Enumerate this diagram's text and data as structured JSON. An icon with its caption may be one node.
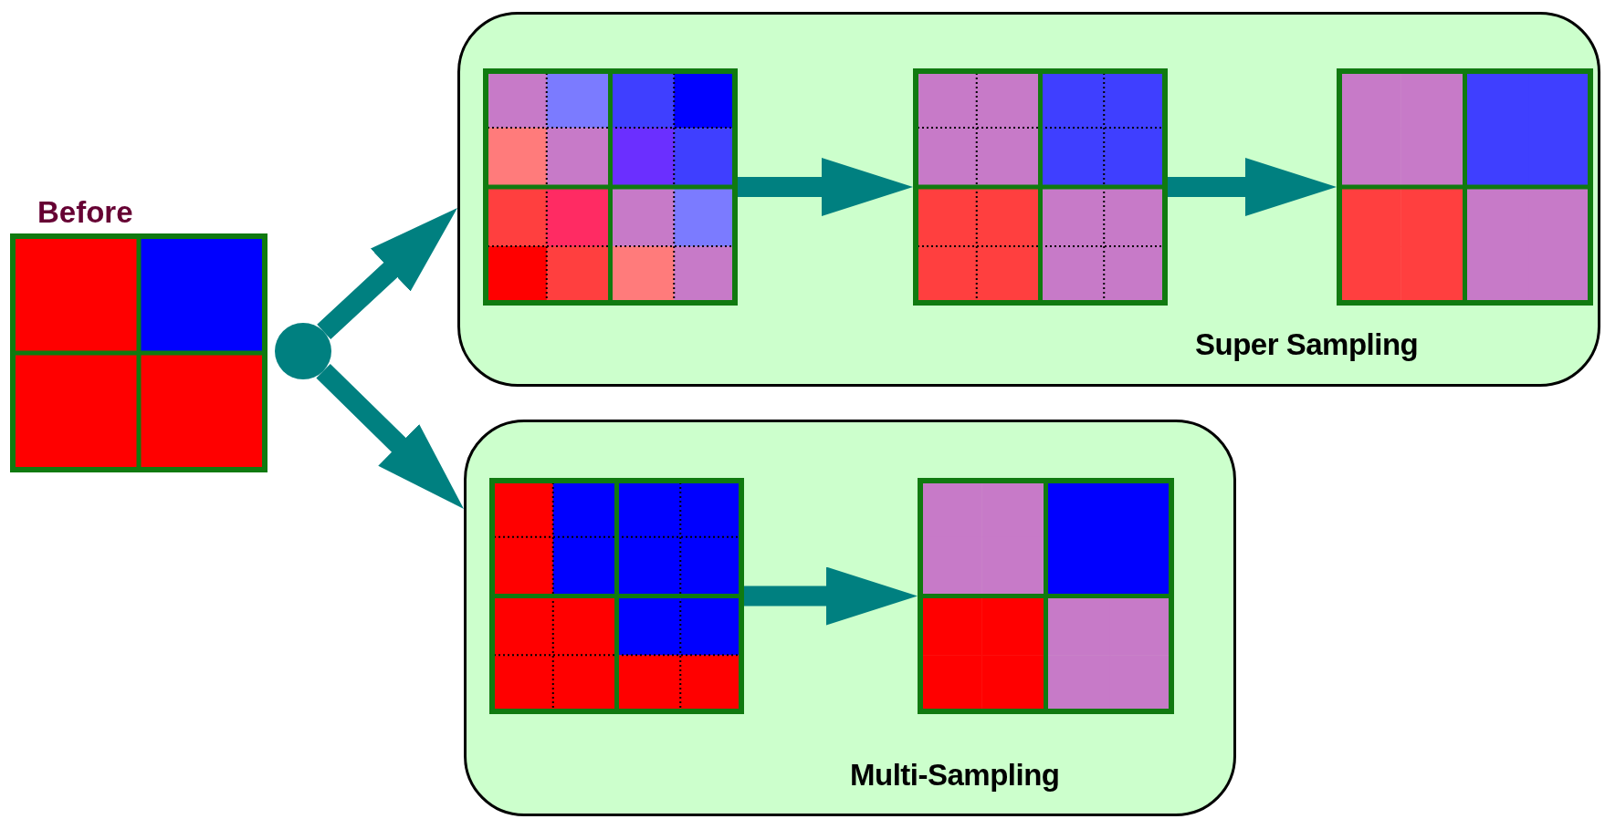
{
  "diagram": {
    "nodes": [
      {
        "text": [
          "Before"
        ]
      },
      {
        "text": [],
        "shape": "circle"
      },
      {
        "text": [
          "Super Sampling"
        ]
      },
      {
        "text": [],
        "shape": "box",
        "in": 2
      },
      {
        "text": [],
        "shape": "box",
        "in": 2
      },
      {
        "text": [],
        "shape": "box",
        "in": 2
      },
      {
        "text": [
          "Multi-Sampling"
        ]
      },
      {
        "text": [],
        "shape": "box",
        "in": 6
      },
      {
        "text": [],
        "shape": "box",
        "in": 6
      }
    ],
    "edges": [
      {
        "from": 1,
        "to": 2,
        "arrow": "to"
      },
      {
        "from": 1,
        "to": 6,
        "arrow": "to"
      },
      {
        "from": 3,
        "to": 4,
        "arrow": "to"
      },
      {
        "from": 4,
        "to": 5,
        "arrow": "to"
      },
      {
        "from": 7,
        "to": 8,
        "arrow": "to"
      }
    ]
  }
}
